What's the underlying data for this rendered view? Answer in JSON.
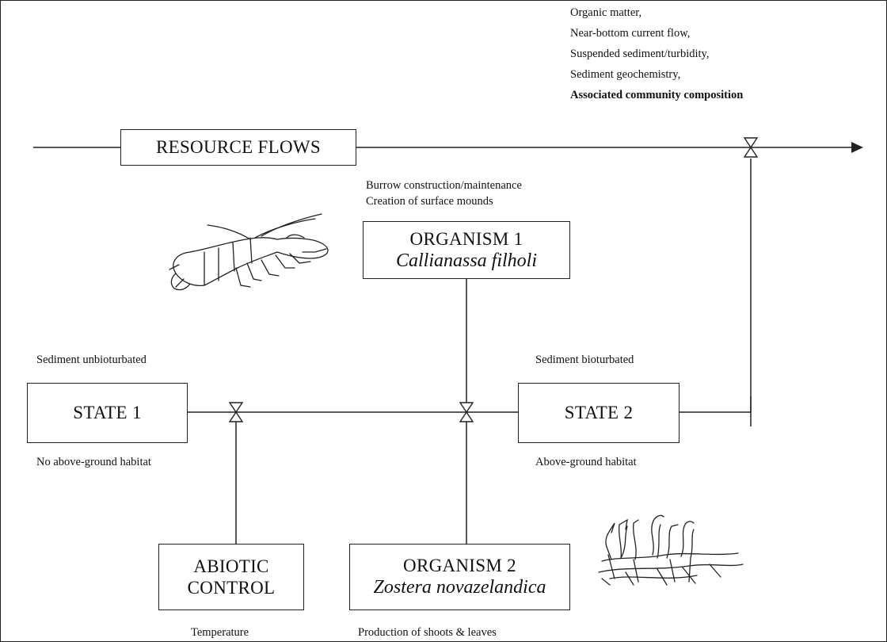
{
  "resource_flows": {
    "label": "RESOURCE FLOWS"
  },
  "resource_inputs": [
    "Organic matter,",
    "Near-bottom current flow,",
    "Suspended sediment/turbidity,",
    "Sediment geochemistry,",
    "Associated community composition"
  ],
  "organism1": {
    "title": "ORGANISM 1",
    "species": "Callianassa filholi",
    "effects": [
      "Burrow construction/maintenance",
      "Creation of surface mounds"
    ]
  },
  "organism2": {
    "title": "ORGANISM 2",
    "species": "Zostera novazelandica",
    "effect": "Production of shoots & leaves"
  },
  "state1": {
    "title": "STATE 1",
    "above": "Sediment unbioturbated",
    "below": "No above-ground habitat"
  },
  "state2": {
    "title": "STATE 2",
    "above": "Sediment bioturbated",
    "below": "Above-ground habitat"
  },
  "abiotic": {
    "line1": "ABIOTIC",
    "line2": "CONTROL",
    "effect": "Temperature"
  },
  "icons": [
    "shrimp-icon",
    "seagrass-icon",
    "valve-icon"
  ]
}
